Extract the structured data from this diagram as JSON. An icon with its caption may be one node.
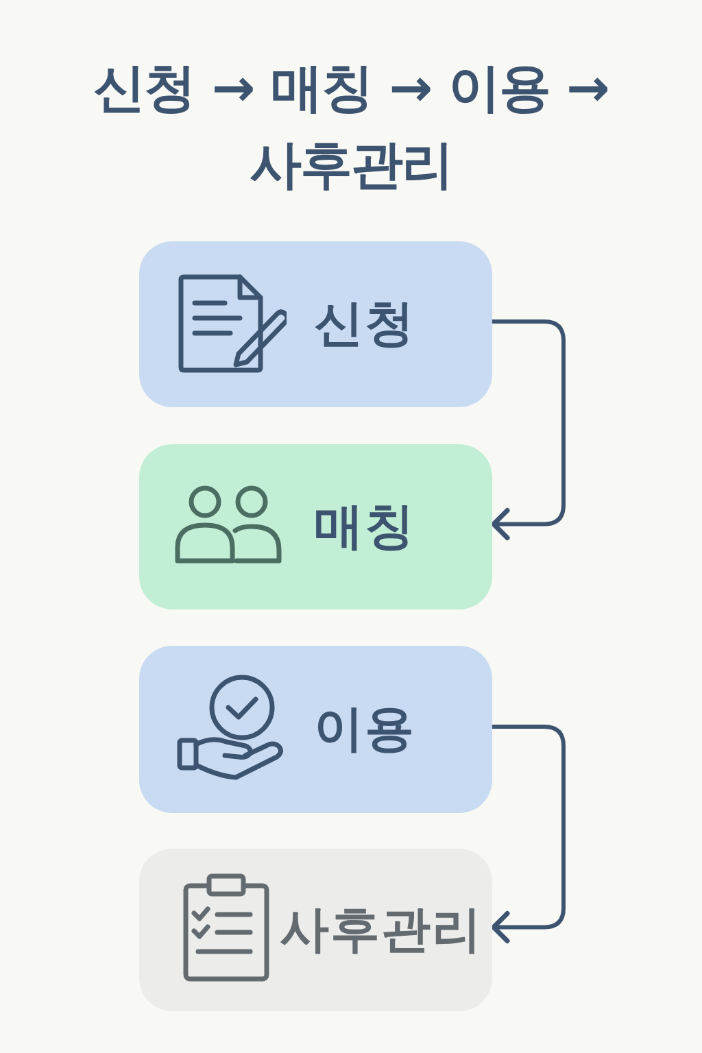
{
  "diagram": {
    "title": "신청 → 매칭 → 이용 → 사후관리",
    "nodes": [
      {
        "text": [
          "신청"
        ]
      },
      {
        "text": [
          "매칭"
        ]
      },
      {
        "text": [
          "이용"
        ]
      },
      {
        "text": [
          "사후관리"
        ]
      }
    ],
    "edges": [
      {
        "from": 0,
        "to": 1,
        "arrow": "to"
      },
      {
        "from": 2,
        "to": 3,
        "arrow": "to"
      }
    ]
  }
}
